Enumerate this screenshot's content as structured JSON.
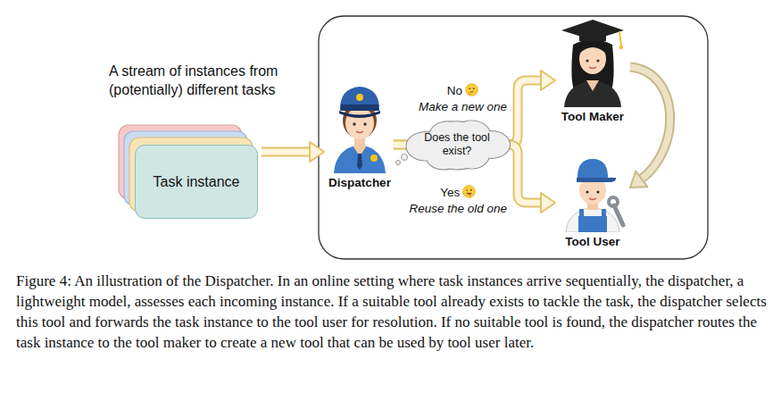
{
  "diagram": {
    "caption": "Figure 4: An illustration of the Dispatcher. In an online setting where task instances arrive sequentially, the dispatcher, a lightweight model, assesses each incoming instance. If a suitable tool already exists to tackle the task, the dispatcher selects this tool and forwards the task instance to the tool user for resolution. If no suitable tool is found, the dispatcher routes the task instance to the tool maker to create a new tool that can be used by tool user later.",
    "nodes": [
      {
        "text": [
          "Task instance"
        ]
      },
      {
        "text": [
          "Dispatcher"
        ]
      },
      {
        "text": [
          "Does the tool exist?"
        ]
      },
      {
        "text": [
          "Tool Maker"
        ]
      },
      {
        "text": [
          "Tool User"
        ]
      }
    ],
    "edges": [
      {
        "from": 0,
        "to": 1,
        "arrow": "to"
      },
      {
        "from": 1,
        "to": 3,
        "label": "No",
        "arrow": "to"
      },
      {
        "from": 1,
        "to": 4,
        "label": "Yes",
        "arrow": "to"
      },
      {
        "from": 3,
        "to": 4,
        "arrow": "to"
      }
    ],
    "labels": [
      "A stream of instances from (potentially) different tasks",
      "Make a new one",
      "Reuse the old one"
    ]
  }
}
